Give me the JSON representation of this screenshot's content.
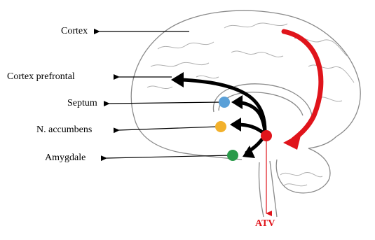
{
  "labels": {
    "cortex": "Cortex",
    "prefrontal": "Cortex prefrontal",
    "septum": "Septum",
    "accumbens": "N. accumbens",
    "amygdale": "Amygdale",
    "atv": "ATV"
  },
  "colors": {
    "septum_dot": "#5aa0d8",
    "accumbens_dot": "#f2b12c",
    "amygdale_dot": "#2a9a4a",
    "atv_dot": "#e0141b",
    "red_arrow": "#e0141b",
    "black_arrow": "#000000",
    "brain_line": "#8a8a8a"
  }
}
